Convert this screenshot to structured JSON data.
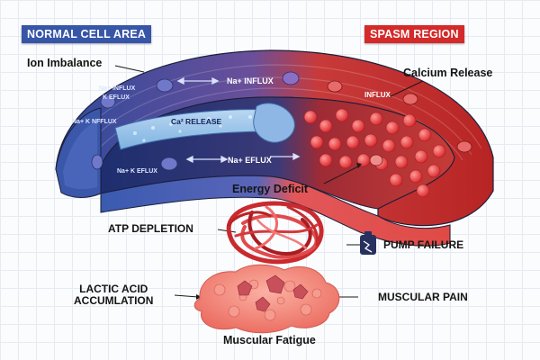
{
  "header": {
    "normal_label": "NORMAL CELL AREA",
    "spasm_label": "SPASM REGION",
    "normal_color": "#3756a8",
    "spasm_color": "#d42a2a"
  },
  "callouts": {
    "ion_imbalance": "Ion Imbalance",
    "calcium_release": "Calcium Release",
    "energy_deficit": "Energy Deficit",
    "atp_depletion": "ATP DEPLETION",
    "pump_failure": "PUMP FAILURE",
    "lactic_acid_line1": "LACTIC ACID",
    "lactic_acid_line2": "ACCUMLATION",
    "muscular_pain": "MUSCULAR PAIN",
    "muscular_fatigue": "Muscular Fatigue"
  },
  "channel_labels": {
    "na_influx_top": "Na+ INFLUX",
    "na_efflux_bottom": "Na+ EFLUX",
    "ca_release": "Ca² RELEASE",
    "influx_right": "INFLUX",
    "na_influx_left": "Na+ INFLUX",
    "k_efflux_left": "K EFLUX",
    "na_k_nfflux": "Na+ K NFFLUX",
    "na_k_efflux": "Na+ K EFLUX"
  },
  "icons": {
    "pump_failure_icon": "battery-broken-icon"
  }
}
